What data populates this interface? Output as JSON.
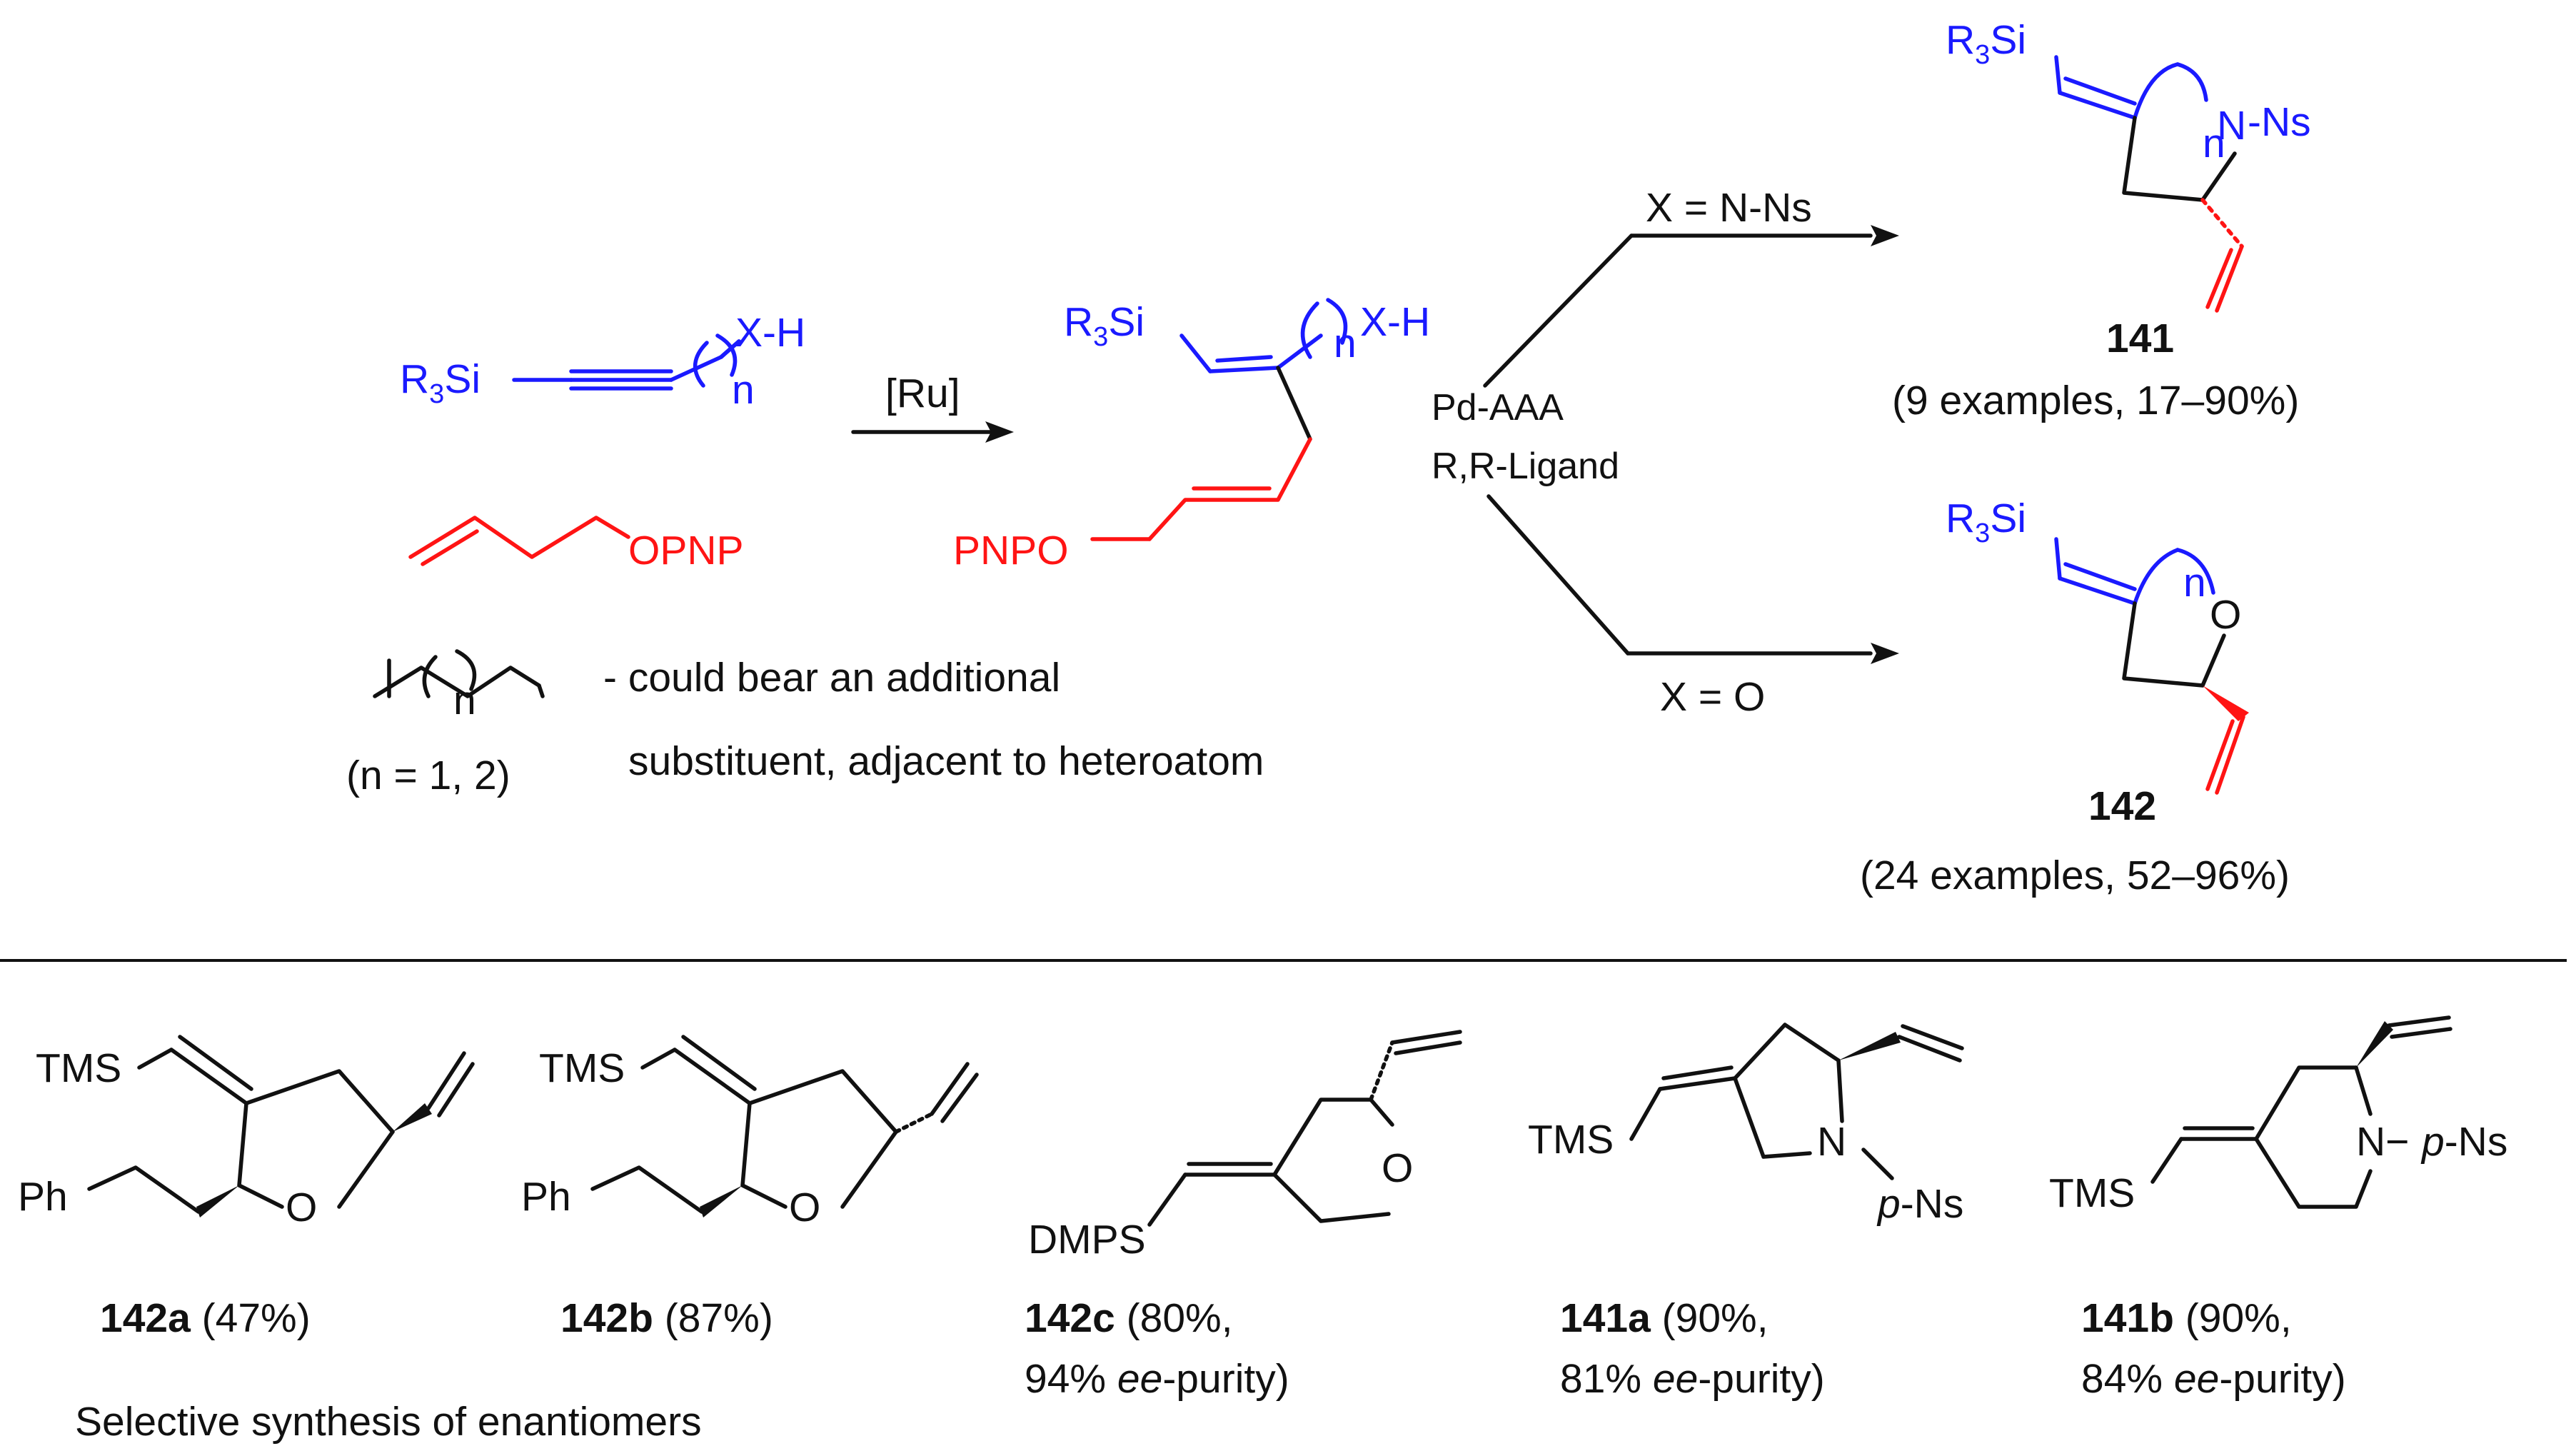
{
  "colors": {
    "blue": "#1a1aff",
    "red": "#ff1414",
    "black": "#111111"
  },
  "reactant": {
    "x_h": "X-H",
    "r3si": "R",
    "r3si_sub": "3",
    "r3si_tail": "Si",
    "n": "n",
    "opnp": "OPNP",
    "n_note": "n",
    "n_range": "(n = 1, 2)",
    "note_line1": "-  could bear an additional",
    "note_line2": "substituent, adjacent to heteroatom"
  },
  "step1": {
    "catalyst": "[Ru]"
  },
  "intermediate": {
    "r3si": "R",
    "r3si_sub": "3",
    "r3si_tail": "Si",
    "n": "n",
    "x_h": "X-H",
    "pnpo": "PNPO"
  },
  "step2": {
    "reagent1": "Pd-AAA",
    "reagent2": "R,R-Ligand",
    "branch_top": "X = N-Ns",
    "branch_bottom": "X = O"
  },
  "product141": {
    "r3si": "R",
    "r3si_sub": "3",
    "r3si_tail": "Si",
    "n": "n",
    "n_label": "N",
    "ns": "-Ns",
    "id": "141",
    "yield": "(9 examples, 17–90%)"
  },
  "product142": {
    "r3si": "R",
    "r3si_sub": "3",
    "r3si_tail": "Si",
    "n": "n",
    "o": "O",
    "id": "142",
    "yield": "(24 examples, 52–96%)"
  },
  "examples": [
    {
      "id": "142a",
      "yield": " (47%)",
      "silyl": "TMS",
      "ph": "Ph",
      "o": "O"
    },
    {
      "id": "142b",
      "yield": " (87%)",
      "silyl": "TMS",
      "ph": "Ph",
      "o": "O"
    },
    {
      "id": "142c",
      "yield": " (80%,",
      "ee_value": "94% ",
      "ee": "ee",
      "ee_tail": "-purity)",
      "silyl": "DMPS",
      "o": "O"
    },
    {
      "id": "141a",
      "yield": " (90%,",
      "ee_value": "81% ",
      "ee": "ee",
      "ee_tail": "-purity)",
      "silyl": "TMS",
      "n": "N",
      "p": "p",
      "ns": "-Ns"
    },
    {
      "id": "141b",
      "yield": " (90%,",
      "ee_value": "84% ",
      "ee": "ee",
      "ee_tail": "-purity)",
      "silyl": "TMS",
      "n": "N",
      "pre": "N−",
      "p": "p",
      "ns": "-Ns"
    }
  ],
  "caption": "Selective synthesis of enantiomers"
}
